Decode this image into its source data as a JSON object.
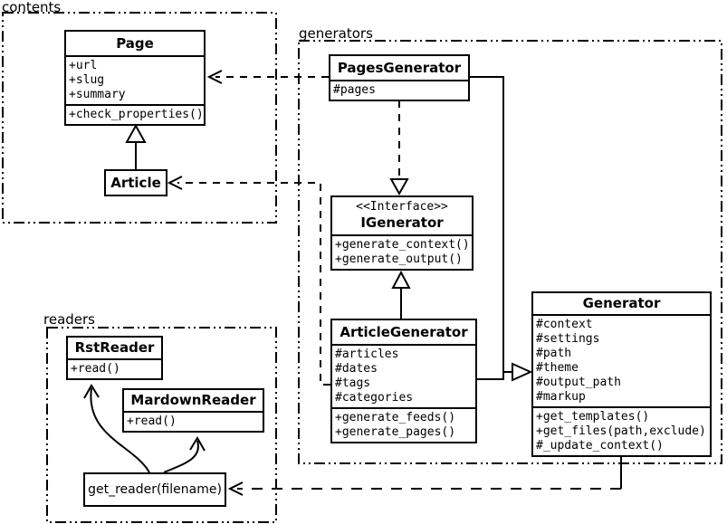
{
  "diagram_type": "UML class diagram",
  "packages": {
    "contents": {
      "label": "contents"
    },
    "generators": {
      "label": "generators"
    },
    "readers": {
      "label": "readers"
    }
  },
  "classes": {
    "page": {
      "name": "Page",
      "attributes": [
        "+url",
        "+slug",
        "+summary"
      ],
      "methods": [
        "+check_properties()"
      ]
    },
    "article": {
      "name": "Article",
      "attributes": [],
      "methods": []
    },
    "pages_generator": {
      "name": "PagesGenerator",
      "attributes": [
        "#pages"
      ],
      "methods": []
    },
    "igenerator": {
      "stereotype": "<<Interface>>",
      "name": "IGenerator",
      "attributes": [],
      "methods": [
        "+generate_context()",
        "+generate_output()"
      ]
    },
    "article_generator": {
      "name": "ArticleGenerator",
      "attributes": [
        "#articles",
        "#dates",
        "#tags",
        "#categories"
      ],
      "methods": [
        "+generate_feeds()",
        "+generate_pages()"
      ]
    },
    "generator": {
      "name": "Generator",
      "attributes": [
        "#context",
        "#settings",
        "#path",
        "#theme",
        "#output_path",
        "#markup"
      ],
      "methods": [
        "+get_templates()",
        "+get_files(path,exclude)",
        "#_update_context()"
      ]
    },
    "rst_reader": {
      "name": "RstReader",
      "attributes": [],
      "methods": [
        "+read()"
      ]
    },
    "mardown_reader": {
      "name": "MardownReader",
      "attributes": [],
      "methods": [
        "+read()"
      ]
    },
    "get_reader": {
      "label": "get_reader(filename)"
    }
  },
  "relationships": [
    {
      "from": "Article",
      "to": "Page",
      "type": "generalization"
    },
    {
      "from": "PagesGenerator",
      "to": "Page",
      "type": "dependency"
    },
    {
      "from": "PagesGenerator",
      "to": "IGenerator",
      "type": "realization"
    },
    {
      "from": "ArticleGenerator",
      "to": "IGenerator",
      "type": "generalization"
    },
    {
      "from": "PagesGenerator",
      "to": "Generator",
      "type": "generalization"
    },
    {
      "from": "ArticleGenerator",
      "to": "Generator",
      "type": "generalization"
    },
    {
      "from": "ArticleGenerator",
      "to": "Article",
      "type": "dependency"
    },
    {
      "from": "Generator",
      "to": "get_reader(filename)",
      "type": "dependency"
    },
    {
      "from": "get_reader(filename)",
      "to": "RstReader",
      "type": "arrow"
    },
    {
      "from": "get_reader(filename)",
      "to": "MardownReader",
      "type": "arrow"
    }
  ],
  "colors": {
    "line": "#000000",
    "background": "#ffffff",
    "box_fill": "#ffffff"
  }
}
